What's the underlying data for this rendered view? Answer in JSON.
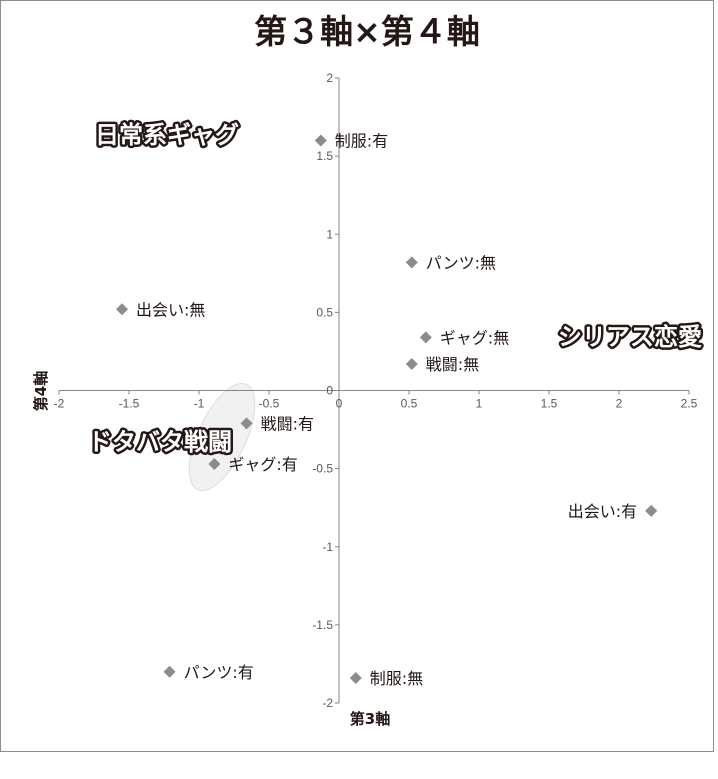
{
  "chart_data": {
    "type": "scatter",
    "title": "第３軸×第４軸",
    "xlabel": "第3軸",
    "ylabel": "第4軸",
    "xlim": [
      -2,
      2.5
    ],
    "ylim": [
      -2,
      2
    ],
    "x_ticks": [
      "-2",
      "-1.5",
      "-1",
      "-0.5",
      "0",
      "0.5",
      "1",
      "1.5",
      "2",
      "2.5"
    ],
    "y_ticks": [
      "-2",
      "-1.5",
      "-1",
      "-0.5",
      "0",
      "0.5",
      "1",
      "1.5",
      "2"
    ],
    "grid": false,
    "marker_color": "#8c8c8c",
    "points": [
      {
        "label": "制服:有",
        "x": -0.13,
        "y": 1.6
      },
      {
        "label": "パンツ:無",
        "x": 0.52,
        "y": 0.82
      },
      {
        "label": "出会い:無",
        "x": -1.55,
        "y": 0.52
      },
      {
        "label": "ギャグ:無",
        "x": 0.62,
        "y": 0.34
      },
      {
        "label": "戦闘:無",
        "x": 0.52,
        "y": 0.17
      },
      {
        "label": "戦闘:有",
        "x": -0.66,
        "y": -0.21
      },
      {
        "label": "ギャグ:有",
        "x": -0.89,
        "y": -0.47
      },
      {
        "label": "出会い:有",
        "x": 2.23,
        "y": -0.77
      },
      {
        "label": "パンツ:有",
        "x": -1.21,
        "y": -1.8
      },
      {
        "label": "制服:無",
        "x": 0.12,
        "y": -1.84
      }
    ],
    "annotations": [
      "日常系ギャグ",
      "シリアス恋愛",
      "ドタバタ戦闘"
    ]
  }
}
